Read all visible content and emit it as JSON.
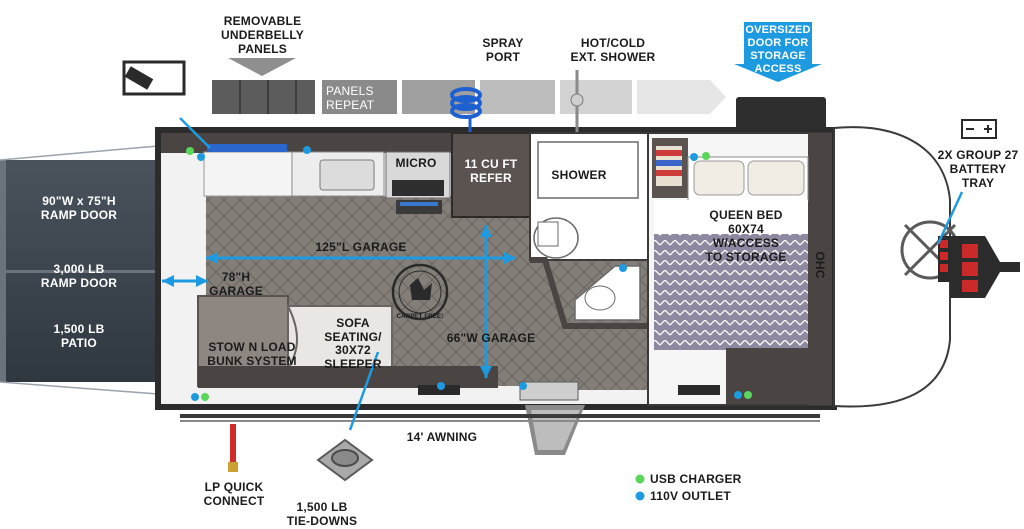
{
  "callouts": {
    "underbelly": "REMOVABLE\nUNDERBELLY\nPANELS",
    "panels_repeat": "PANELS\nREPEAT",
    "spray_port": "SPRAY\nPORT",
    "hot_cold_shower": "HOT/COLD\nEXT. SHOWER",
    "oversized_door": "OVERSIZED\nDOOR FOR\nSTORAGE\nACCESS",
    "battery_tray": "2X GROUP 27\nBATTERY\nTRAY",
    "awning": "14' AWNING",
    "lp_quick_connect": "LP QUICK\nCONNECT",
    "tie_downs": "1,500 LB\nTIE-DOWNS"
  },
  "ramp": {
    "ramp_door_size": "90\"W x 75\"H\nRAMP DOOR",
    "ramp_door_rating": "3,000 LB\nRAMP DOOR",
    "patio": "1,500 LB\nPATIO"
  },
  "rooms": {
    "micro": "MICRO",
    "refer": "11 CU FT\nREFER",
    "shower": "SHOWER",
    "queen_bed": "QUEEN BED\n60X74\nW/ACCESS\nTO STORAGE",
    "ohc": "OHC",
    "garage_length": "125\"L GARAGE",
    "garage_height": "78\"H\nGARAGE",
    "garage_width": "66\"W GARAGE",
    "sofa": "SOFA\nSEATING/\n30X72\nSLEEPER",
    "bunk": "STOW N LOAD\nBUNK SYSTEM",
    "carpet_free": "CARPET FREE!"
  },
  "legend": {
    "usb": "USB CHARGER",
    "outlet": "110V OUTLET"
  },
  "colors": {
    "usb": "#5bd65b",
    "outlet": "#1e9be0",
    "dimension": "#1e9be0",
    "floor": "#8a8480",
    "ramp": "#3d4650",
    "cabinet": "#4a4543"
  },
  "icons": [
    "tv-icon",
    "battery-icon",
    "lp-hose-icon",
    "tie-down-icon",
    "carpet-free-icon",
    "spray-port-icon",
    "shower-head-icon"
  ]
}
